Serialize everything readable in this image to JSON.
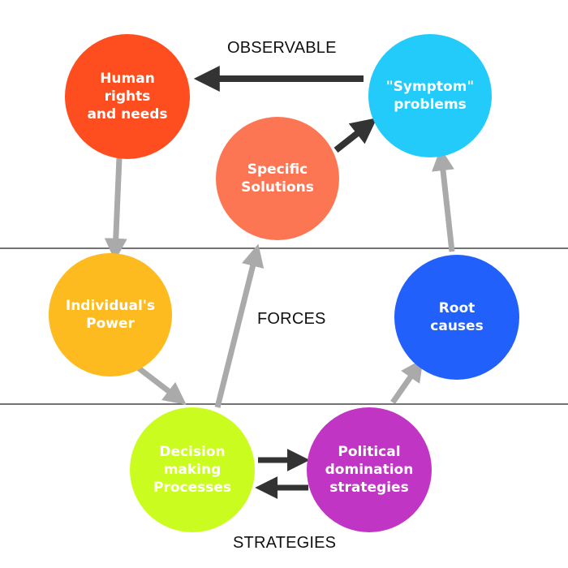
{
  "layers": {
    "observable": "OBSERVABLE",
    "forces": "FORCES",
    "strategies": "STRATEGIES"
  },
  "nodes": {
    "human_rights": {
      "label": "Human\nrights\nand needs",
      "color": "#fe4e1f"
    },
    "symptom_problems": {
      "label": "\"Symptom\"\nproblems",
      "color": "#22cbfa"
    },
    "specific_solutions": {
      "label": "Specific\nSolutions",
      "color": "#fc7653"
    },
    "individuals_power": {
      "label": "Individual's\nPower",
      "color": "#fdbb1f"
    },
    "root_causes": {
      "label": "Root\ncauses",
      "color": "#2160fb"
    },
    "decision_making": {
      "label": "Decision\nmaking\nProcesses",
      "color": "#cafd1f"
    },
    "political_domination": {
      "label": "Political\ndomination\nstrategies",
      "color": "#c035c4"
    }
  },
  "colors": {
    "dark_arrow": "#333333",
    "gray_arrow": "#aaaaaa",
    "divider": "#222222"
  }
}
